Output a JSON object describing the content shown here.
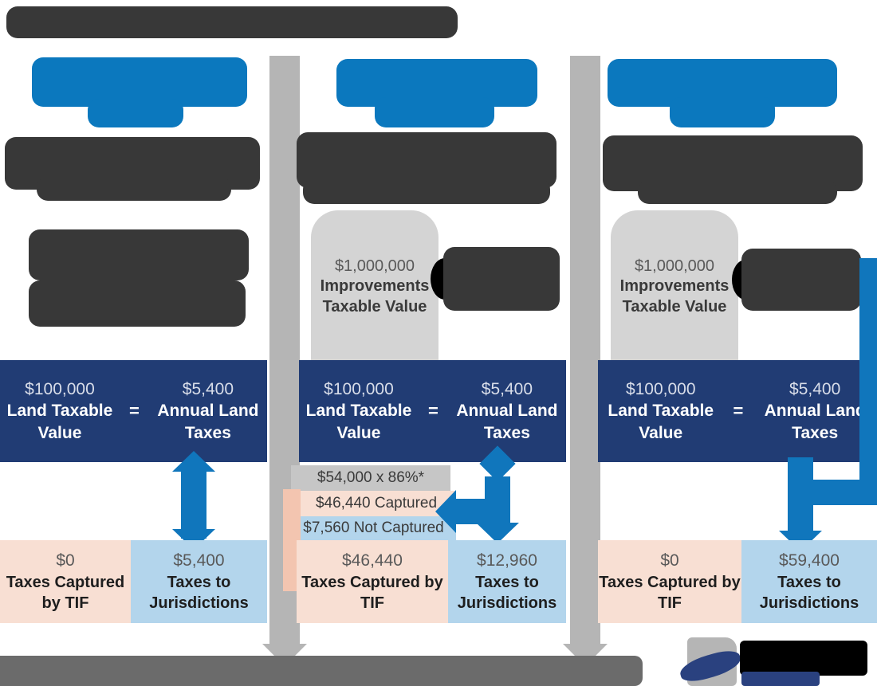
{
  "title_bar": {
    "redacted": true,
    "note": "title text redacted"
  },
  "columns": [
    {
      "id": "col-1",
      "heading_redacted": true,
      "body_redacted": true,
      "note_redacted": true,
      "has_improvements": false,
      "land": {
        "amount": "$100,000",
        "label": "Land Taxable Value",
        "operator": "=",
        "result_amount": "$5,400",
        "result_label": "Annual Land Taxes"
      },
      "captured": {
        "amount": "$0",
        "label": "Taxes Captured by TIF"
      },
      "jurisdictions": {
        "amount": "$5,400",
        "label": "Taxes to Jurisdictions"
      }
    },
    {
      "id": "col-2",
      "heading_redacted": true,
      "body_redacted": true,
      "has_improvements": true,
      "improvements": {
        "amount": "$1,000,000",
        "label": "Improvements Taxable Value"
      },
      "land": {
        "amount": "$100,000",
        "label": "Land Taxable Value",
        "operator": "=",
        "result_amount": "$5,400",
        "result_label": "Annual Land Taxes"
      },
      "bands": [
        {
          "kind": "gray",
          "text": "$54,000 x 86%*"
        },
        {
          "kind": "peach",
          "text": "$46,440 Captured"
        },
        {
          "kind": "blue",
          "text": "$7,560 Not Captured"
        }
      ],
      "captured": {
        "amount": "$46,440",
        "label": "Taxes Captured by TIF"
      },
      "jurisdictions": {
        "amount": "$12,960",
        "label": "Taxes to Jurisdictions"
      }
    },
    {
      "id": "col-3",
      "heading_redacted": true,
      "body_redacted": true,
      "has_improvements": true,
      "improvements": {
        "amount": "$1,000,000",
        "label": "Improvements Taxable Value"
      },
      "land": {
        "amount": "$100,000",
        "label": "Land Taxable Value",
        "operator": "=",
        "result_amount": "$5,400",
        "result_label": "Annual Land Taxes"
      },
      "captured": {
        "amount": "$0",
        "label": "Taxes Captured by TIF"
      },
      "jurisdictions": {
        "amount": "$59,400",
        "label": "Taxes to Jurisdictions"
      }
    }
  ],
  "footnote_bar": {
    "redacted": true
  },
  "logo": {
    "redacted": true
  },
  "colors": {
    "navy": "#213C74",
    "bright_blue": "#1076BC",
    "heading_blue": "#0B78BE",
    "peach": "#F8DFD3",
    "light_blue": "#B3D5EC",
    "gray_band": "#C6C6C6",
    "tombstone_gray": "#D4D4D4",
    "divider_gray": "#B5B5B5",
    "redact_dark": "#383838",
    "footnote_gray": "#6B6B6B"
  }
}
